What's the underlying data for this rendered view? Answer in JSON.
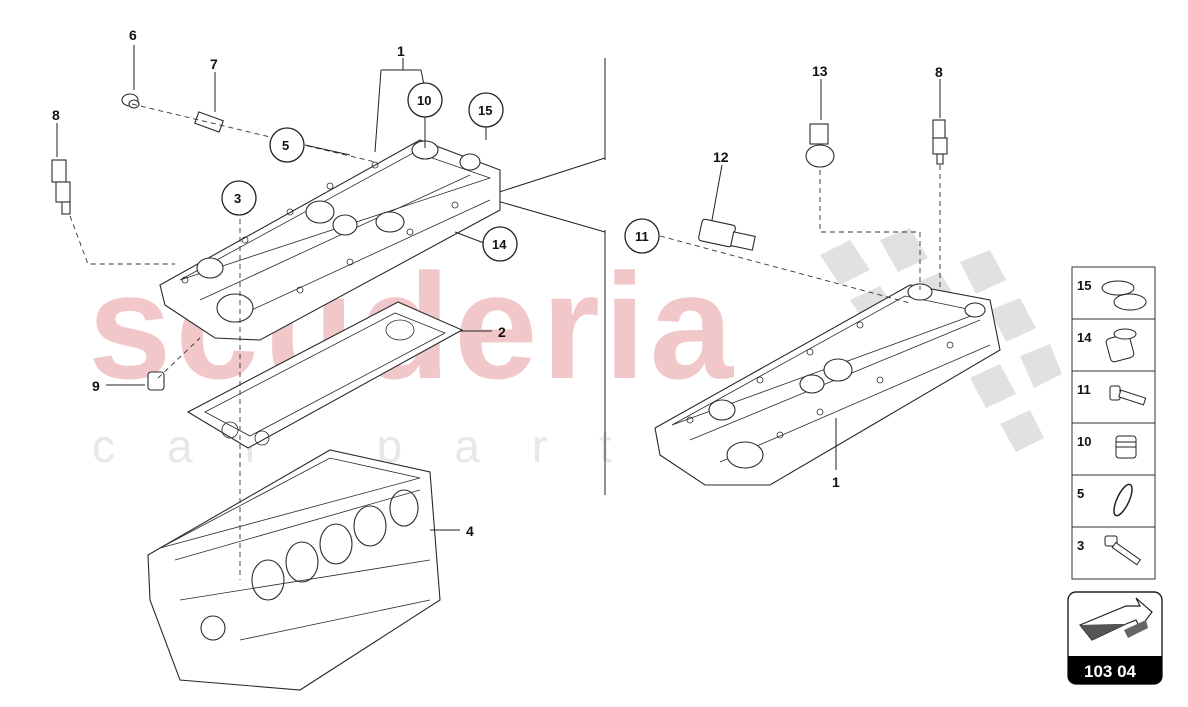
{
  "watermark": {
    "main": "scuderia",
    "sub": "car parts"
  },
  "callouts_left": {
    "c1": "1",
    "c2": "2",
    "c3": "3",
    "c4": "4",
    "c5": "5",
    "c6": "6",
    "c7": "7",
    "c8": "8",
    "c9": "9",
    "c10": "10",
    "c14": "14",
    "c15": "15"
  },
  "callouts_right": {
    "c1": "1",
    "c8": "8",
    "c11": "11",
    "c12": "12",
    "c13": "13"
  },
  "legend": [
    {
      "num": "15",
      "icon": "o-ring-pair-icon"
    },
    {
      "num": "14",
      "icon": "cap-icon"
    },
    {
      "num": "11",
      "icon": "bolt-short-icon"
    },
    {
      "num": "10",
      "icon": "plug-icon"
    },
    {
      "num": "5",
      "icon": "seal-ring-icon"
    },
    {
      "num": "3",
      "icon": "bolt-long-icon"
    }
  ],
  "page_code": "103 04",
  "colors": {
    "watermark_red": "#f2c7c9",
    "checker_grey": "#dcdcdc",
    "code_box": "#000000"
  }
}
